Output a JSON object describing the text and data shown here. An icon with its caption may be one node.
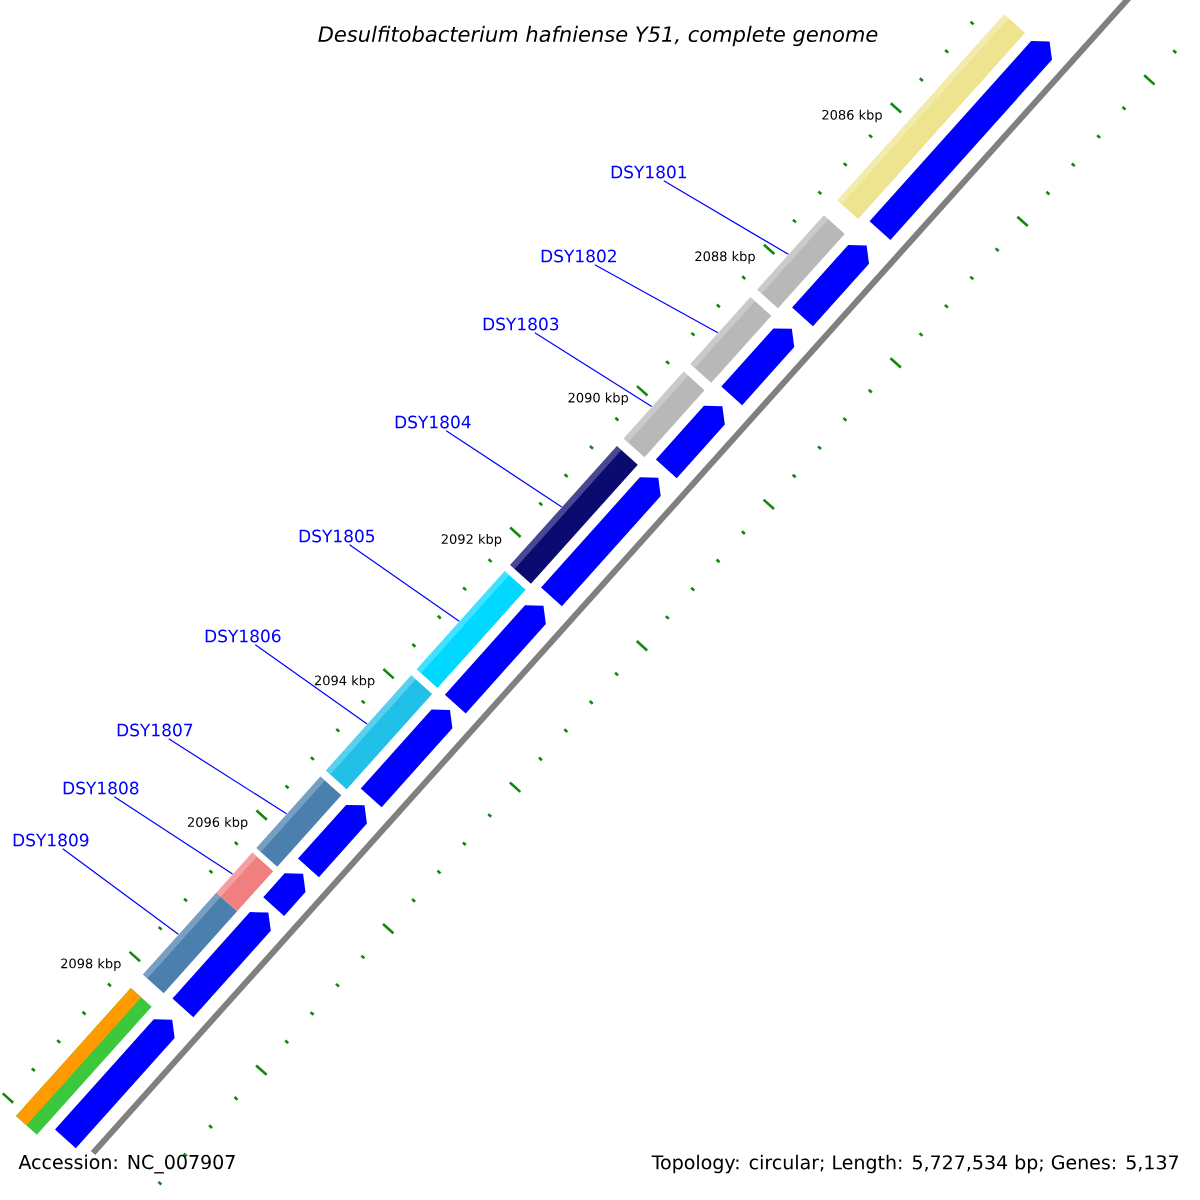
{
  "diagram": {
    "title": "Desulfitobacterium hafniense Y51, complete genome",
    "nodes": [
      {
        "text": [
          "DSY1801"
        ]
      },
      {
        "text": [
          "DSY1802"
        ]
      },
      {
        "text": [
          "DSY1803"
        ]
      },
      {
        "text": [
          "DSY1804"
        ]
      },
      {
        "text": [
          "DSY1805"
        ]
      },
      {
        "text": [
          "DSY1806"
        ]
      },
      {
        "text": [
          "DSY1807"
        ]
      },
      {
        "text": [
          "DSY1808"
        ]
      },
      {
        "text": [
          "DSY1809"
        ]
      },
      {
        "text": [],
        "shape": "bar"
      },
      {
        "text": [],
        "shape": "bar"
      },
      {
        "text": [],
        "shape": "bar"
      },
      {
        "text": [],
        "shape": "bar"
      },
      {
        "text": [],
        "shape": "bar"
      },
      {
        "text": [],
        "shape": "bar"
      },
      {
        "text": [],
        "shape": "bar"
      },
      {
        "text": [],
        "shape": "bar"
      },
      {
        "text": [],
        "shape": "bar"
      },
      {
        "text": [],
        "shape": "bar"
      },
      {
        "text": [],
        "shape": "bar"
      }
    ],
    "edges": [
      {
        "from": 0,
        "to": 18,
        "arrow": "none"
      },
      {
        "from": 1,
        "to": 17,
        "arrow": "none"
      },
      {
        "from": 2,
        "to": 16,
        "arrow": "none"
      },
      {
        "from": 3,
        "to": 15,
        "arrow": "none"
      },
      {
        "from": 4,
        "to": 14,
        "arrow": "none"
      },
      {
        "from": 5,
        "to": 13,
        "arrow": "none"
      },
      {
        "from": 6,
        "to": 12,
        "arrow": "none"
      },
      {
        "from": 7,
        "to": 11,
        "arrow": "none"
      },
      {
        "from": 8,
        "to": 10,
        "arrow": "none"
      }
    ],
    "labels": [
      "2086 kbp",
      "2088 kbp",
      "2090 kbp",
      "2092 kbp",
      "2094 kbp",
      "2096 kbp",
      "2098 kbp",
      "Accession: NC_007907",
      "Topology: circular; Length: 5,727,534 bp; Genes: 5,137"
    ]
  }
}
